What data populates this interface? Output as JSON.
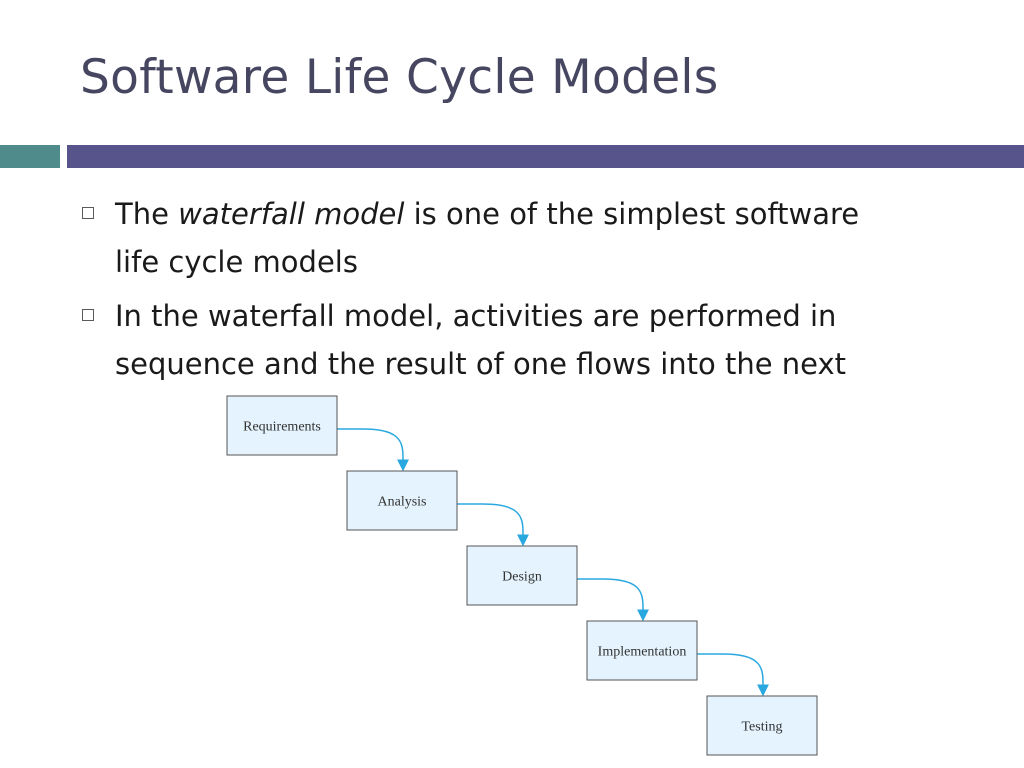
{
  "slide": {
    "title": "Software Life Cycle Models"
  },
  "bullets": [
    {
      "line1_before": "The ",
      "line1_emphasis": "waterfall model",
      "line1_after": " is one of the simplest software",
      "line2": "life cycle models"
    },
    {
      "line1": "In the waterfall model, activities are performed in",
      "line2": "sequence and the result of one flows into the next"
    }
  ],
  "diagram": {
    "stages": [
      "Requirements",
      "Analysis",
      "Design",
      "Implementation",
      "Testing"
    ],
    "colors": {
      "box_fill": "#e4f3fd",
      "box_border": "#555555",
      "arrow": "#29a8e0"
    }
  }
}
